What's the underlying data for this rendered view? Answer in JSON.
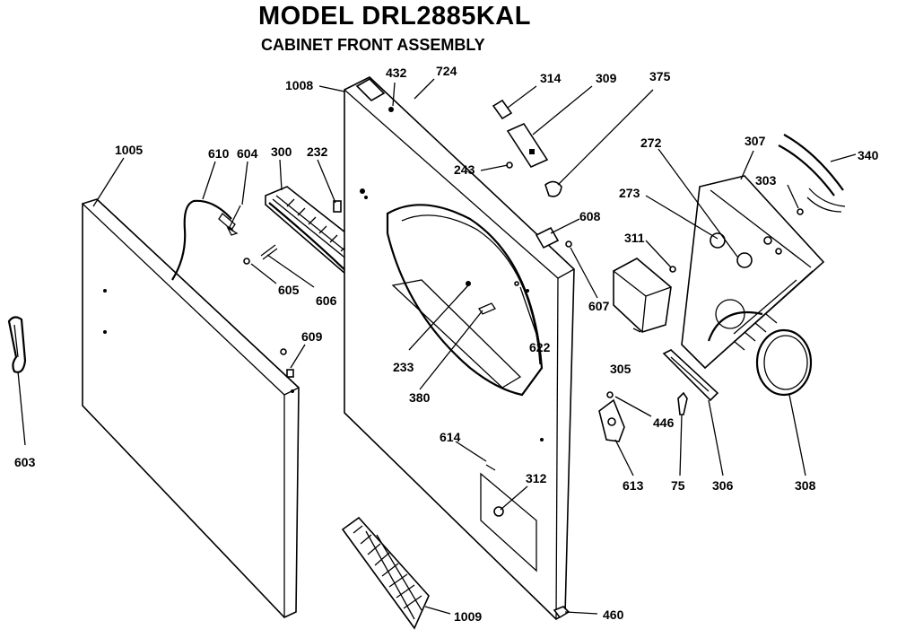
{
  "title": "MODEL DRL2885KAL",
  "subtitle": "CABINET FRONT ASSEMBLY",
  "callouts": [
    {
      "id": "1008",
      "label": "1008"
    },
    {
      "id": "432",
      "label": "432"
    },
    {
      "id": "724",
      "label": "724"
    },
    {
      "id": "314",
      "label": "314"
    },
    {
      "id": "309",
      "label": "309"
    },
    {
      "id": "375",
      "label": "375"
    },
    {
      "id": "243",
      "label": "243"
    },
    {
      "id": "1005",
      "label": "1005"
    },
    {
      "id": "610",
      "label": "610"
    },
    {
      "id": "604",
      "label": "604"
    },
    {
      "id": "300",
      "label": "300"
    },
    {
      "id": "232",
      "label": "232"
    },
    {
      "id": "605",
      "label": "605"
    },
    {
      "id": "606",
      "label": "606"
    },
    {
      "id": "609",
      "label": "609"
    },
    {
      "id": "603",
      "label": "603"
    },
    {
      "id": "608",
      "label": "608"
    },
    {
      "id": "607",
      "label": "607"
    },
    {
      "id": "622",
      "label": "622"
    },
    {
      "id": "233",
      "label": "233"
    },
    {
      "id": "380",
      "label": "380"
    },
    {
      "id": "614",
      "label": "614"
    },
    {
      "id": "312",
      "label": "312"
    },
    {
      "id": "1009",
      "label": "1009"
    },
    {
      "id": "460",
      "label": "460"
    },
    {
      "id": "272",
      "label": "272"
    },
    {
      "id": "273",
      "label": "273"
    },
    {
      "id": "311",
      "label": "311"
    },
    {
      "id": "305",
      "label": "305"
    },
    {
      "id": "307",
      "label": "307"
    },
    {
      "id": "303",
      "label": "303"
    },
    {
      "id": "340",
      "label": "340"
    },
    {
      "id": "446",
      "label": "446"
    },
    {
      "id": "613",
      "label": "613"
    },
    {
      "id": "75",
      "label": "75"
    },
    {
      "id": "306",
      "label": "306"
    },
    {
      "id": "308",
      "label": "308"
    }
  ]
}
